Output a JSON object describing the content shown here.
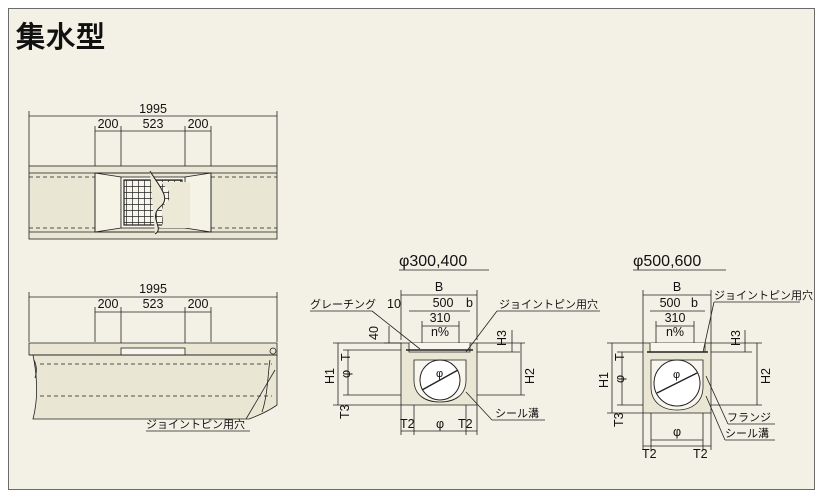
{
  "title": "集水型",
  "top_view": {
    "overall": "1995",
    "left_seg": "200",
    "mid_seg": "523",
    "right_seg": "200"
  },
  "side_view": {
    "overall": "1995",
    "left_seg": "200",
    "mid_seg": "523",
    "right_seg": "200",
    "joint_pin_label": "ジョイントピン用穴"
  },
  "section_small": {
    "heading": "φ300,400",
    "b_label": "B",
    "grating_label": "グレーチング",
    "dim_10": "10",
    "dim_500": "500",
    "dim_b": "b",
    "dim_310": "310",
    "slope": "n%",
    "joint_pin_label": "ジョイントピン用穴",
    "dim_40": "40",
    "h1": "H1",
    "t": "T",
    "phi": "φ",
    "t3": "T3",
    "h2": "H2",
    "h3": "H3",
    "t2_left": "T2",
    "phi_bottom": "φ",
    "t2_right": "T2",
    "seal_label": "シール溝",
    "pipe_phi": "φ"
  },
  "section_large": {
    "heading": "φ500,600",
    "b_label": "B",
    "dim_500": "500",
    "dim_b": "b",
    "dim_310": "310",
    "slope": "n%",
    "joint_pin_label": "ジョイントピン用穴",
    "h1": "H1",
    "t": "T",
    "phi": "φ",
    "t3": "T3",
    "h2": "H2",
    "h3": "H3",
    "flange_label": "フランジ",
    "seal_label": "シール溝",
    "phi_bottom": "φ",
    "t2_left": "T2",
    "t2_right": "T2",
    "pipe_phi": "φ"
  }
}
